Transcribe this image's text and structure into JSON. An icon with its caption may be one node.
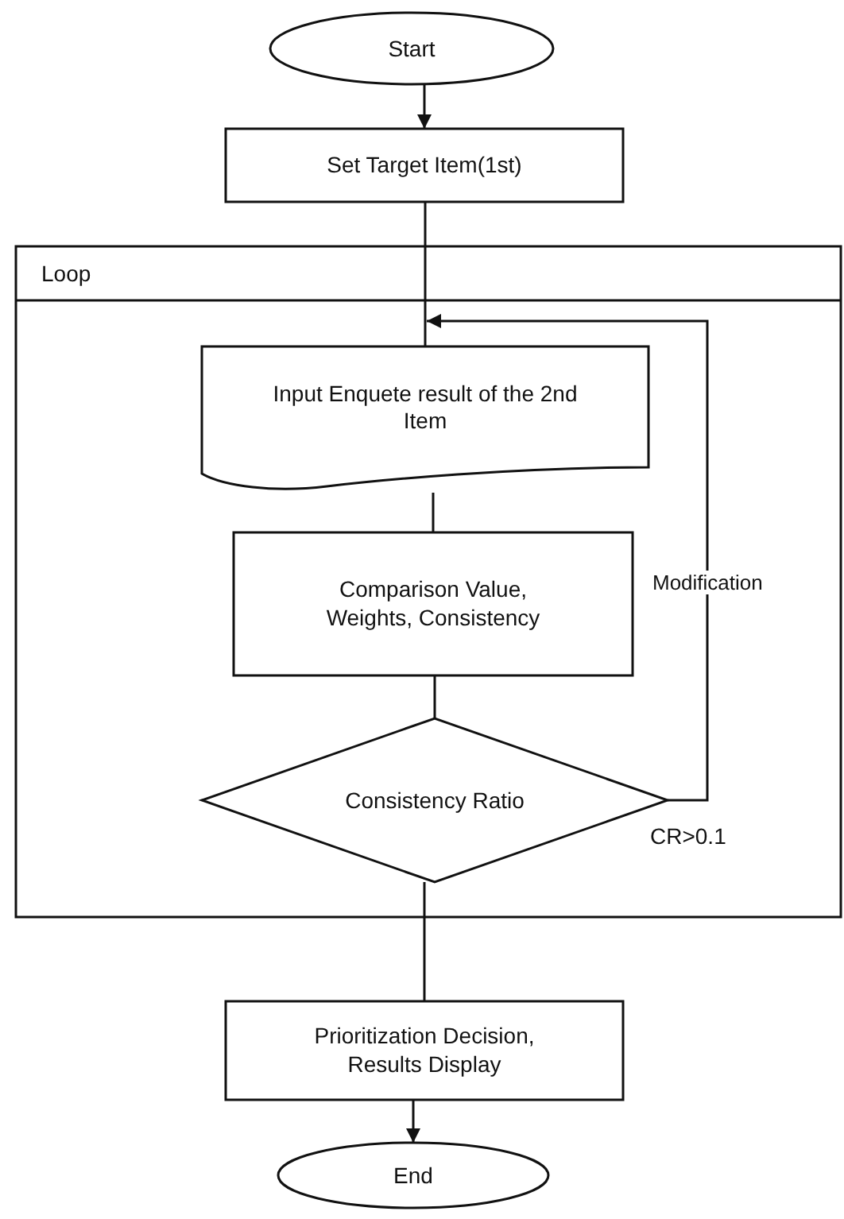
{
  "diagram": {
    "nodes": [
      {
        "text": [
          "Start"
        ]
      },
      {
        "text": [
          "Set Target Item(1st)"
        ]
      },
      {
        "text": [
          "Loop"
        ]
      },
      {
        "text": [
          "Input Enquete result of the 2nd Item"
        ],
        "in": 2
      },
      {
        "text": [
          "Comparison Value, Weights, Consistency"
        ],
        "in": 2
      },
      {
        "text": [
          "Consistency Ratio"
        ],
        "in": 2
      },
      {
        "text": [
          "Prioritization Decision, Results Display"
        ]
      },
      {
        "text": [
          "End"
        ]
      }
    ],
    "edges": [
      {
        "from": 0,
        "to": 1,
        "arrow": "to"
      },
      {
        "from": 1,
        "to": 3,
        "arrow": "none"
      },
      {
        "from": 3,
        "to": 4,
        "arrow": "none"
      },
      {
        "from": 4,
        "to": 5,
        "arrow": "none"
      },
      {
        "from": 5,
        "to": 3,
        "arrow": "to",
        "label": "Modification"
      },
      {
        "from": 5,
        "to": 6,
        "arrow": "none"
      },
      {
        "from": 6,
        "to": 7,
        "arrow": "to"
      }
    ],
    "labels": [
      "CR>0.1"
    ]
  }
}
